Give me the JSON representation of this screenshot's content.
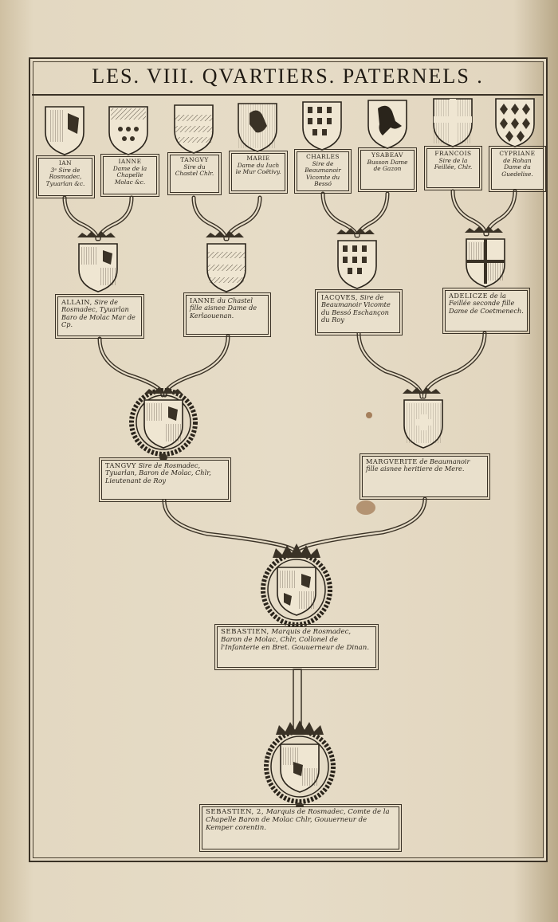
{
  "title": "LES. VIII. QVARTIERS. PATERNELS .",
  "top_row": [
    {
      "name": "IAN",
      "text": "3ᵉ Sire de Rosmadec, Tyuarlan &c."
    },
    {
      "name": "IANNE",
      "text": "Dame de la Chapelle Molac &c."
    },
    {
      "name": "TANGVY",
      "text": "Sire du Chastel Chlr."
    },
    {
      "name": "MARIE",
      "text": "Dame du Iuch le Mur Coëtivy."
    },
    {
      "name": "CHARLES",
      "text": "Sire de Beaumanoir Vicomte du Bessó"
    },
    {
      "name": "YSABEAV",
      "text": "Busson Dame de Gazon"
    },
    {
      "name": "FRANCOIS",
      "text": "Sire de la Feillée, Chlr."
    },
    {
      "name": "CYPRIANE",
      "text": "de Rohan Dame du Guedelise."
    }
  ],
  "second_row": [
    {
      "name": "ALLAIN,",
      "text": "Sire de Rosmadec, Tyuarlan Baro de Molac Mar de Cp."
    },
    {
      "name": "IANNE",
      "text": "du Chastel fille aisnee Dame de Kerlaouenan."
    },
    {
      "name": "IACQVES,",
      "text": "Sire de Beaumanoir Vicomte du Bessó Eschançon du Roy"
    },
    {
      "name": "ADELICZE",
      "text": "de la Feillée seconde fille Dame de Coetmenech."
    }
  ],
  "third_row": [
    {
      "name": "TANGVY",
      "text": "Sire de Rosmadec, Tyuarlan, Baron de Molac, Chlr, Lieutenant de Roy"
    },
    {
      "name": "MARGVERITE",
      "text": "de Beaumanoir fille aisnee heritiere de Mere."
    }
  ],
  "fourth": {
    "name": "SEBASTIEN,",
    "text": "Marquis de Rosmadec, Baron de Molac, Chlr, Collonel de l'Infanterie en Bret. Gouuerneur de Dinan."
  },
  "fifth": {
    "name": "SEBASTIEN, 2,",
    "text": "Marquis de Rosmadec, Comte de la Chapelle Baron de Molac Chlr, Gouuerneur de Kemper corentin."
  },
  "colors": {
    "ink": "#2a241b",
    "paper": "#e6dcc7",
    "stain": "#8a5a30"
  }
}
